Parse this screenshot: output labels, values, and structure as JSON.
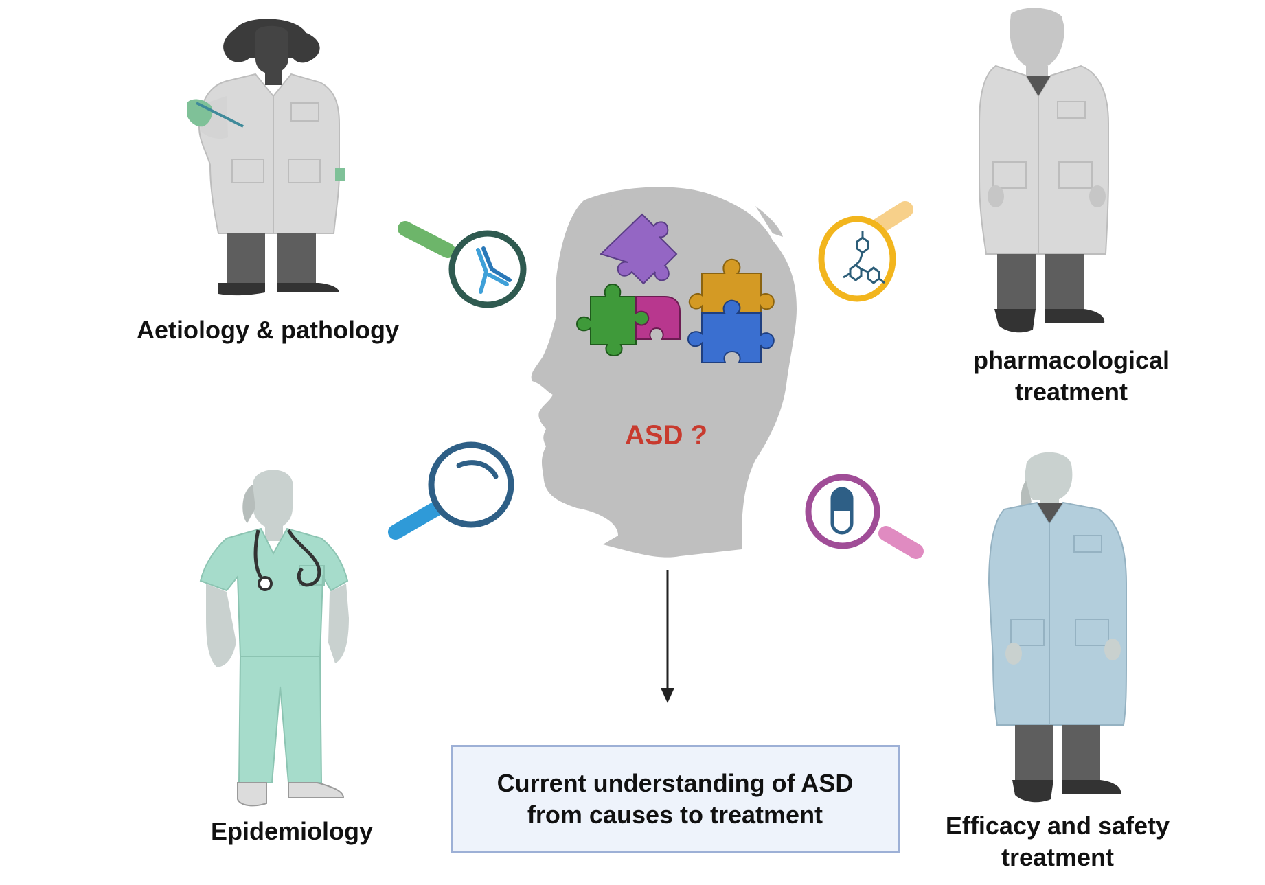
{
  "center": {
    "label": "ASD ?",
    "label_color": "#c83a2e",
    "head_color": "#bfbfbf",
    "puzzle_colors": [
      "#9466c4",
      "#d49a24",
      "#3f9a3a",
      "#b8378e",
      "#3a6fd0"
    ]
  },
  "roles": [
    {
      "id": "aetiology",
      "label_lines": [
        "Aetiology & pathology"
      ],
      "magnifier_icon": "antibody-icon",
      "magnifier_color": "#2f5a50",
      "handle_color": "#6db56a",
      "coat_color": "#d9d9d9"
    },
    {
      "id": "pharmacological",
      "label_lines": [
        "pharmacological",
        "treatment"
      ],
      "magnifier_icon": "molecule-icon",
      "magnifier_color": "#f2b51d",
      "handle_color": "#f7d08a",
      "coat_color": "#d9d9d9"
    },
    {
      "id": "epidemiology",
      "label_lines": [
        "Epidemiology"
      ],
      "magnifier_icon": "magnifier-lens-icon",
      "magnifier_color": "#2e5f86",
      "handle_color": "#2f9ad8",
      "coat_color": "#a6dccb"
    },
    {
      "id": "efficacy",
      "label_lines": [
        "Efficacy and safety",
        "treatment"
      ],
      "magnifier_icon": "capsule-icon",
      "magnifier_color": "#a04d97",
      "handle_color": "#e08bc1",
      "coat_color": "#b3cedc"
    }
  ],
  "summary": {
    "lines": [
      "Current understanding of ASD",
      "from causes to treatment"
    ],
    "box_fill": "#eef3fb",
    "box_border": "#9db0d6"
  }
}
